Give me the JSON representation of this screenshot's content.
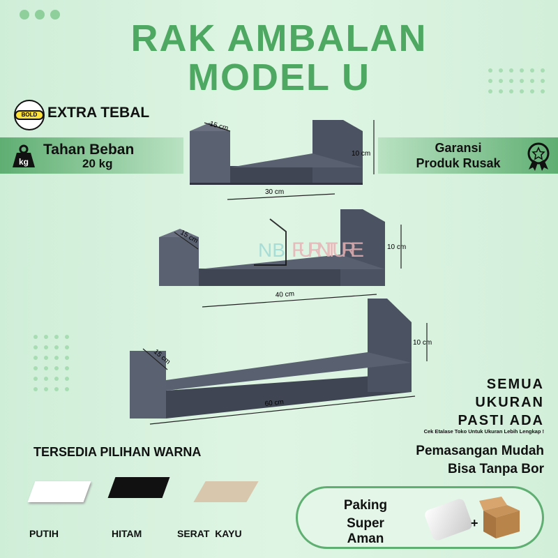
{
  "title": {
    "line1": "RAK AMBALAN",
    "line2": "MODEL U"
  },
  "badge": {
    "logo_text": "BOLD",
    "label": "EXTRA TEBAL"
  },
  "load": {
    "icon": "weight-icon",
    "icon_text": "kg",
    "line1": "Tahan Beban",
    "line2": "20 kg"
  },
  "warranty": {
    "icon": "award-ribbon-icon",
    "line1": "Garansi",
    "line2": "Produk Rusak"
  },
  "shelves": [
    {
      "depth": "15 cm",
      "height": "10 cm",
      "width": "30 cm"
    },
    {
      "depth": "15 cm",
      "height": "10 cm",
      "width": "40 cm"
    },
    {
      "depth": "15 cm",
      "height": "10 cm",
      "width": "60 cm"
    }
  ],
  "watermark": {
    "brand": "NB",
    "name": "FURNITURE"
  },
  "sizes": {
    "line1": "SEMUA",
    "line2": "UKURAN",
    "line3": "PASTI ADA",
    "note": "Cek Etalase Toko Untuk Ukuran Lebih Lengkap !"
  },
  "install": {
    "line1": "Pemasangan Mudah",
    "line2": "Bisa Tanpa Bor"
  },
  "colors": {
    "heading": "TERSEDIA PILIHAN WARNA",
    "options": [
      {
        "label": "PUTIH",
        "hex": "#ffffff"
      },
      {
        "label": "HITAM",
        "hex": "#111111"
      },
      {
        "label": "SERAT  KAYU",
        "hex": "#d9c7ad"
      }
    ]
  },
  "packing": {
    "line1": "Paking",
    "line2": "Super Aman",
    "plus": "+"
  },
  "accent": "#4fa862",
  "shelf_color": "#4b5262"
}
